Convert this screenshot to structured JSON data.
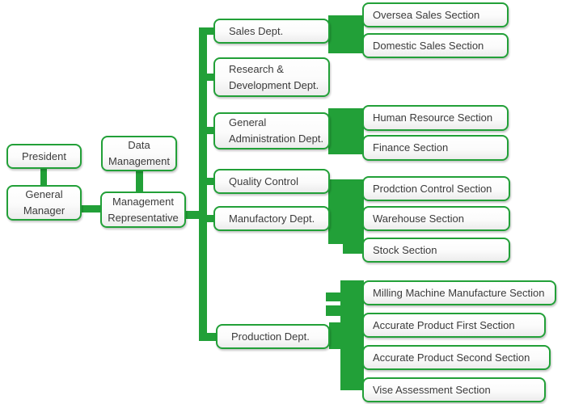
{
  "org_chart": {
    "colors": {
      "green": "#22a038",
      "text": "#3b3b3b",
      "background": "#ffffff"
    },
    "nodes": {
      "president": {
        "label": "President"
      },
      "general_manager": {
        "line1": "General",
        "line2": "Manager"
      },
      "data_management": {
        "line1": "Data",
        "line2": "Management"
      },
      "management_representative": {
        "line1": "Management",
        "line2": "Representative"
      },
      "sales_dept": {
        "label": "Sales Dept."
      },
      "rd_dept": {
        "line1": "Research &",
        "line2": "Development Dept."
      },
      "general_administration_dept": {
        "line1": "General",
        "line2": "Administration Dept."
      },
      "quality_control": {
        "label": "Quality Control"
      },
      "manufactory_dept": {
        "label": "Manufactory Dept."
      },
      "production_dept": {
        "label": "Production Dept."
      },
      "oversea_sales": {
        "label": "Oversea Sales Section"
      },
      "domestic_sales": {
        "label": "Domestic Sales Section"
      },
      "human_resource": {
        "label": "Human Resource Section"
      },
      "finance": {
        "label": "Finance Section"
      },
      "prodction_control": {
        "label": "Prodction Control Section"
      },
      "warehouse": {
        "label": "Warehouse Section"
      },
      "stock": {
        "label": "Stock Section"
      },
      "milling": {
        "label": "Milling Machine Manufacture Section"
      },
      "accurate_first": {
        "label": "Accurate Product First Section"
      },
      "accurate_second": {
        "label": "Accurate Product Second Section"
      },
      "vise": {
        "label": "Vise Assessment Section"
      }
    },
    "edges": [
      {
        "from": "president",
        "to": "general_manager"
      },
      {
        "from": "data_management",
        "to": "management_representative"
      },
      {
        "from": "general_manager",
        "to": "management_representative"
      },
      {
        "from": "management_representative",
        "to": "sales_dept"
      },
      {
        "from": "management_representative",
        "to": "rd_dept"
      },
      {
        "from": "management_representative",
        "to": "general_administration_dept"
      },
      {
        "from": "management_representative",
        "to": "quality_control"
      },
      {
        "from": "management_representative",
        "to": "manufactory_dept"
      },
      {
        "from": "management_representative",
        "to": "production_dept"
      },
      {
        "from": "sales_dept",
        "to": "oversea_sales"
      },
      {
        "from": "sales_dept",
        "to": "domestic_sales"
      },
      {
        "from": "general_administration_dept",
        "to": "human_resource"
      },
      {
        "from": "general_administration_dept",
        "to": "finance"
      },
      {
        "from": "manufactory_dept",
        "to": "prodction_control"
      },
      {
        "from": "manufactory_dept",
        "to": "warehouse"
      },
      {
        "from": "manufactory_dept",
        "to": "stock"
      },
      {
        "from": "production_dept",
        "to": "milling"
      },
      {
        "from": "production_dept",
        "to": "accurate_first"
      },
      {
        "from": "production_dept",
        "to": "accurate_second"
      },
      {
        "from": "production_dept",
        "to": "vise"
      }
    ]
  }
}
